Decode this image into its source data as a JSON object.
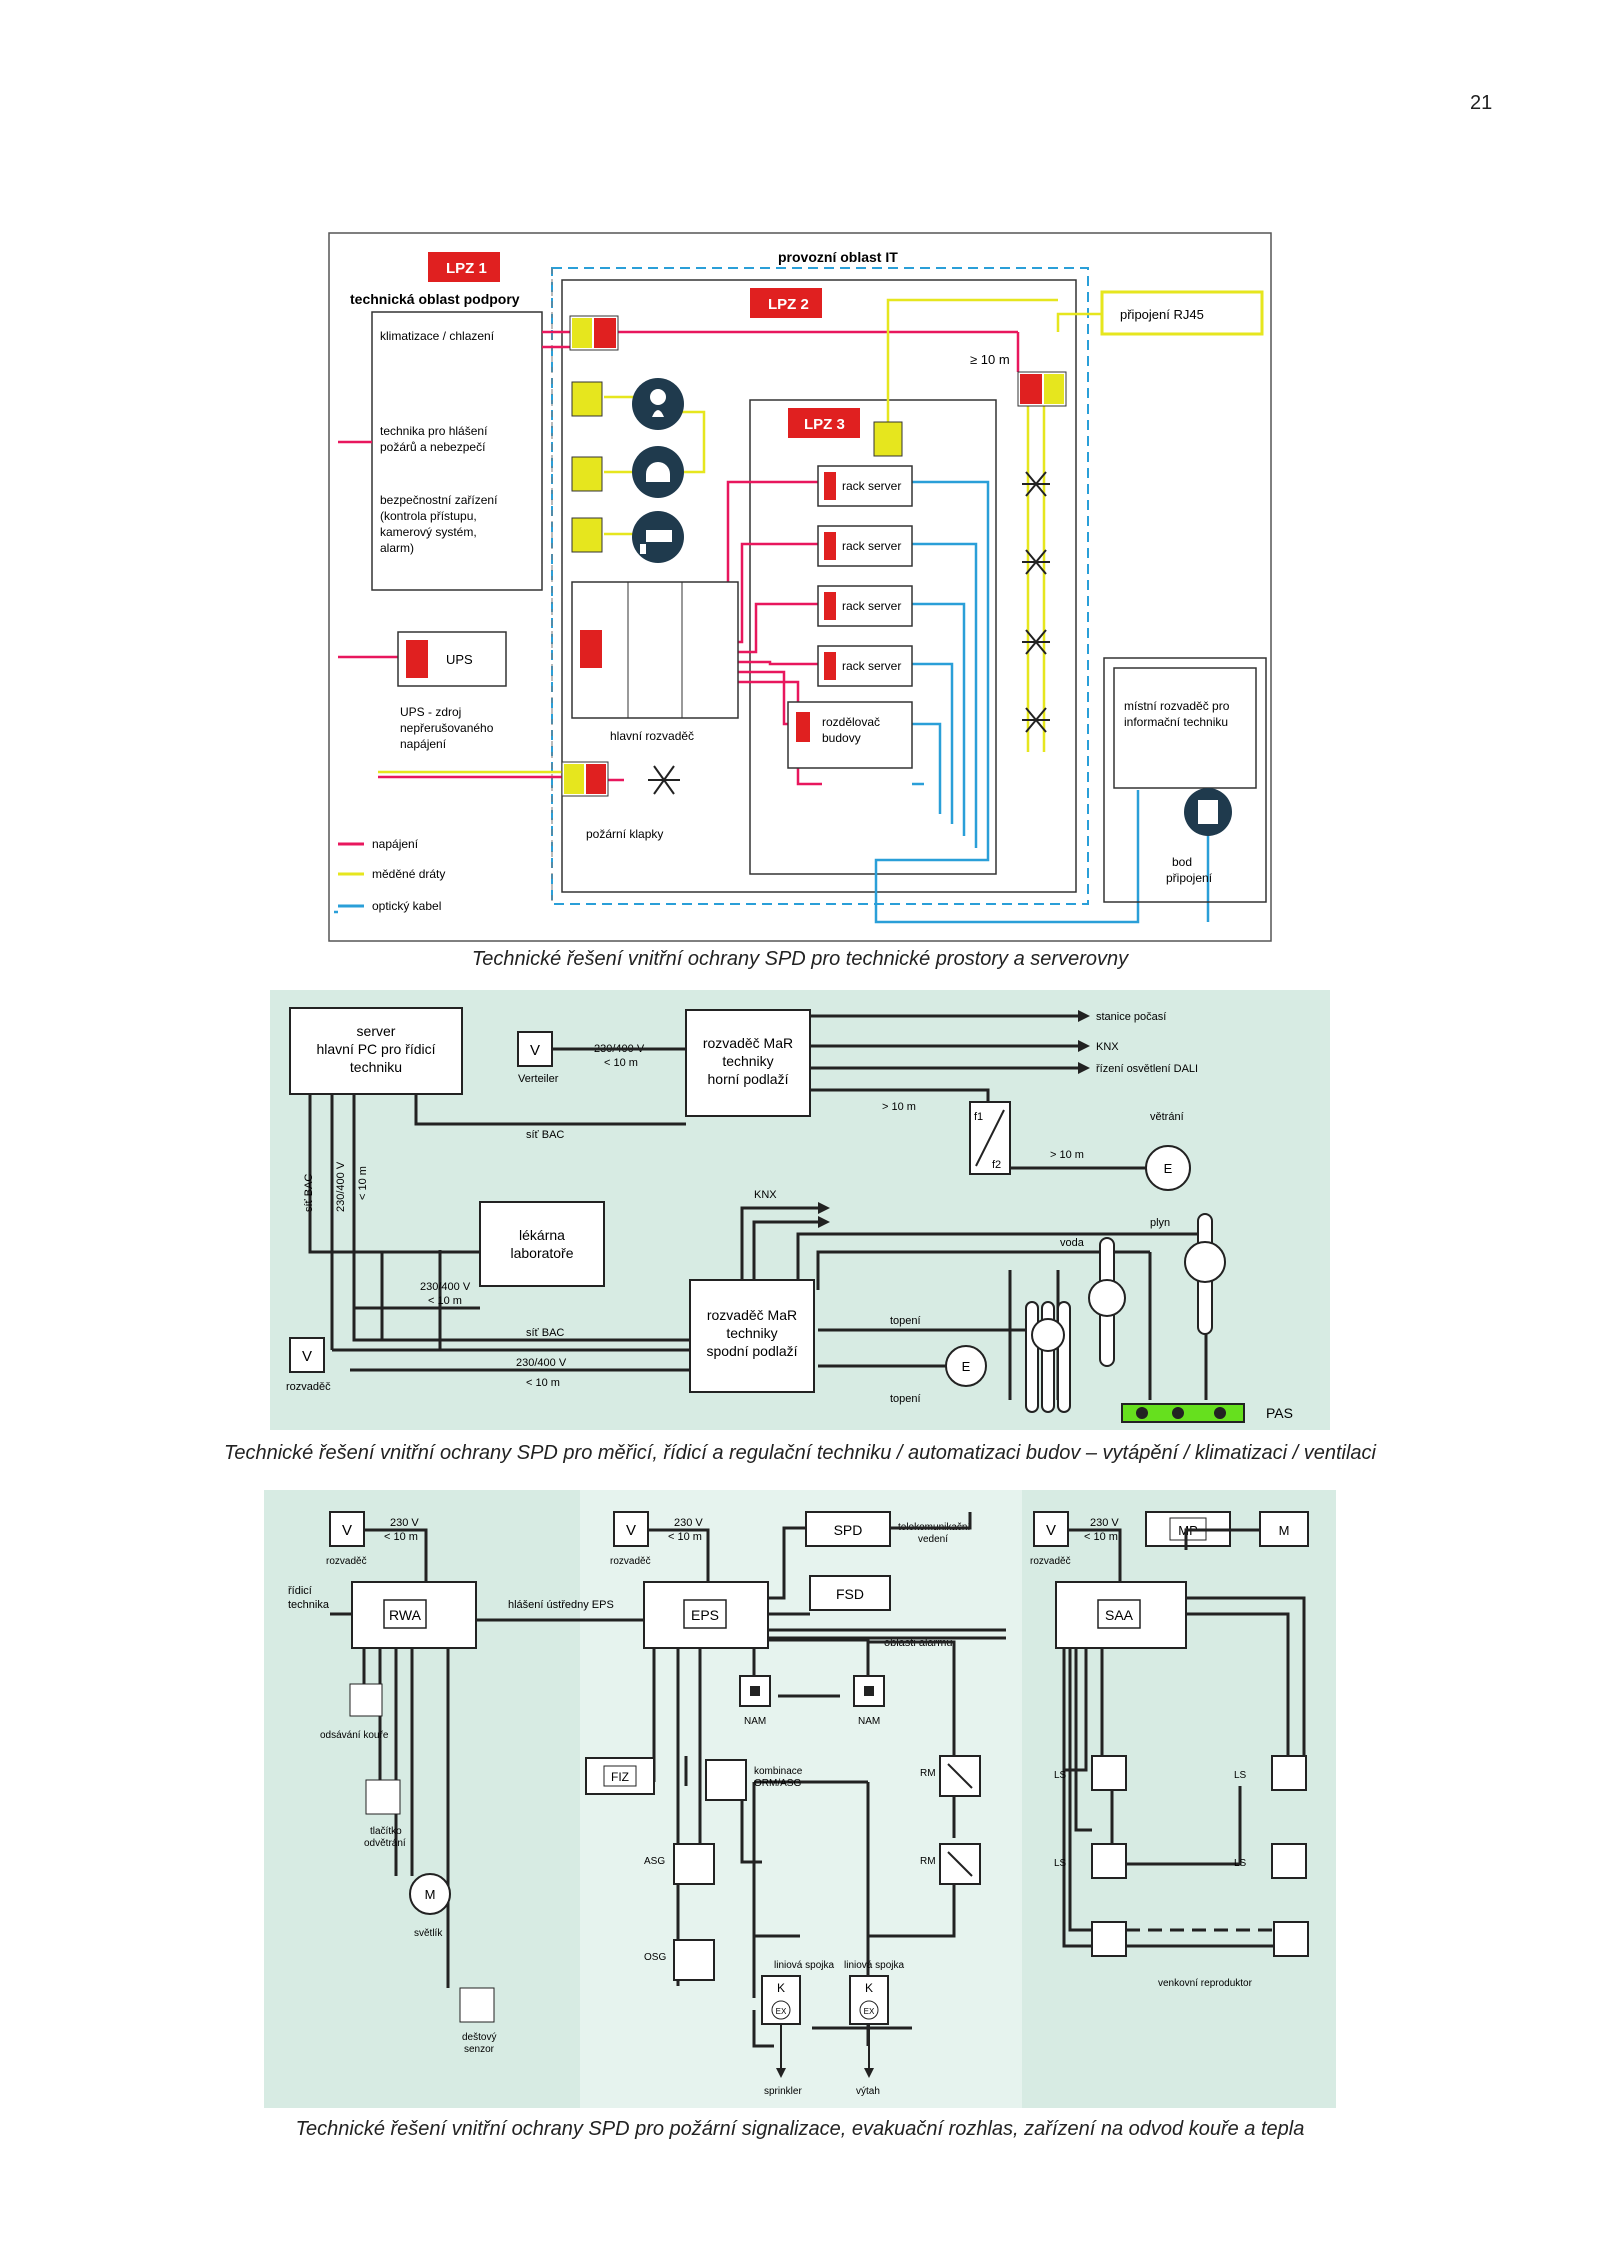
{
  "page_number": "21",
  "figure1": {
    "caption": "Technické řešení vnitřní ochrany SPD pro technické prostory a serverovny",
    "lpz1": "LPZ 1",
    "lpz2": "LPZ 2",
    "lpz3": "LPZ 3",
    "it_area": "provozní oblast IT",
    "support_area": "technická oblast podpory",
    "rj45": "připojení RJ45",
    "distance": "≥ 10 m",
    "air": "klimatizace / chlazení",
    "fire_tech": [
      "technika pro hlášení",
      "požárů a nebezpečí"
    ],
    "security": [
      "bezpečnostní zařízení",
      "(kontrola přístupu,",
      "kamerový systém,",
      "alarm)"
    ],
    "ups": "UPS",
    "ups_desc": [
      "UPS - zdroj",
      "nepřerušovaného",
      "napájení"
    ],
    "main_board": "hlavní rozvaděč",
    "fire_dampers": "požární klapky",
    "servers": [
      "rack server",
      "rack server",
      "rack server",
      "rack server"
    ],
    "building_dist": [
      "rozdělovač",
      "budovy"
    ],
    "it_board": [
      "místní rozvaděč pro",
      "informační techniku"
    ],
    "connection_point": [
      "bod",
      "připojení"
    ],
    "legend": [
      "napájení",
      "měděné dráty",
      "optický kabel"
    ],
    "colors": {
      "power": "#e8175d",
      "copper": "#e6e61e",
      "optic": "#2a9fd8",
      "lpz": "#e02020"
    }
  },
  "figure2": {
    "caption": "Technické řešení vnitřní ochrany SPD pro měřicí, řídicí a regulační techniku / automatizaci budov – vytápění / klimatizaci / ventilaci",
    "server": [
      "server",
      "hlavní PC pro řídicí",
      "techniku"
    ],
    "v": "V",
    "verteiler": "Verteiler",
    "v230": "230/400 V",
    "lt10": "< 10 m",
    "gt10": "> 10 m",
    "upper": [
      "rozvaděč MaR",
      "techniky",
      "horní podlaží"
    ],
    "lower": [
      "rozvaděč MaR",
      "techniky",
      "spodní podlaží"
    ],
    "pharmacy": [
      "lékárna",
      "laboratoře"
    ],
    "net_bac": "síť BAC",
    "weather": "stanice počasí",
    "knx": "KNX",
    "dali": "řízení osvětlení DALI",
    "vent": "větrání",
    "gas": "plyn",
    "water": "voda",
    "heating": "topení",
    "pas": "PAS",
    "dist": "rozvaděč",
    "e": "E",
    "f1": "f1",
    "f2": "f2",
    "vertical_labels": [
      "síť BAC",
      "230/400 V",
      "< 10 m"
    ]
  },
  "figure3": {
    "caption": "Technické řešení vnitřní ochrany SPD pro požární signalizace, evakuační rozhlas, zařízení na odvod kouře a tepla",
    "v": "V",
    "v230": "230 V",
    "lt10": "< 10 m",
    "dist": "rozvaděč",
    "control": [
      "řídicí",
      "technika"
    ],
    "rwa": "RWA",
    "eps_report": "hlášení ústředny EPS",
    "eps": "EPS",
    "spd": "SPD",
    "telecom": [
      "telekomunikační",
      "vedení"
    ],
    "fsd": "FSD",
    "alarm_areas": "oblasti alarmu",
    "saa": "SAA",
    "mp": "MP",
    "m": "M",
    "smoke_exhaust": "odsávání kouře",
    "vent_button": [
      "tlačítko",
      "odvětrání"
    ],
    "skylight": "světlík",
    "rain_sensor": [
      "deštový",
      "senzor"
    ],
    "nam": "NAM",
    "fiz": "FIZ",
    "combo": [
      "kombinace",
      "ORM/ASG"
    ],
    "rm": "RM",
    "asg": "ASG",
    "osg": "OSG",
    "line_coupler": "liniová spojka",
    "k": "K",
    "ex": "EX",
    "sprinkler": "sprinkler",
    "elevator": "výtah",
    "ls": "LS",
    "outdoor_speaker": "venkovní reproduktor"
  }
}
